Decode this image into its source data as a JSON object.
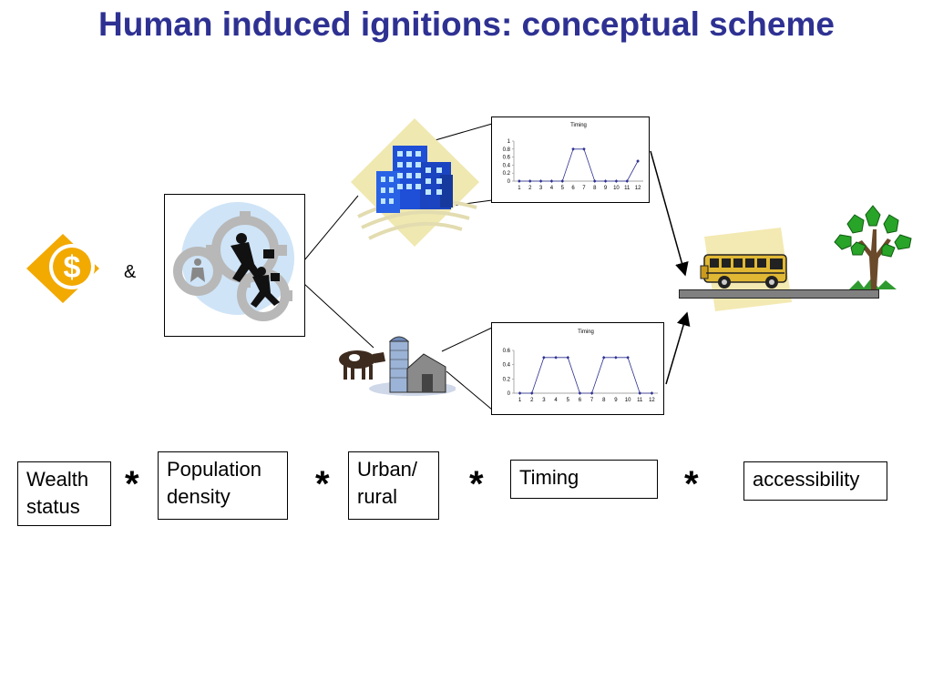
{
  "title": "Human induced ignitions: conceptual scheme",
  "ampersand": "&",
  "formula": {
    "terms": [
      "Wealth\nstatus",
      "Population\ndensity",
      "Urban/\nrural",
      "Timing",
      "accessibility"
    ],
    "operator": "*"
  },
  "icons": {
    "money": "dollar-coin-icon",
    "people": "business-people-gears-icon",
    "urban": "city-buildings-icon",
    "rural": "farm-cow-silo-icon",
    "transport": "school-bus-icon",
    "vegetation": "tree-icon"
  },
  "colors": {
    "title": "#2e3192",
    "series": "#2e3192",
    "money": "#f2a900"
  },
  "chart_data": [
    {
      "type": "line",
      "title": "Timing",
      "x": [
        1,
        2,
        3,
        4,
        5,
        6,
        7,
        8,
        9,
        10,
        11,
        12
      ],
      "series": [
        {
          "values": [
            0,
            0,
            0,
            0,
            0,
            0.8,
            0.8,
            0,
            0,
            0,
            0,
            0.5
          ]
        }
      ],
      "yticks": [
        0,
        0.2,
        0.4,
        0.6,
        0.8,
        1
      ],
      "ylim": [
        0,
        1
      ]
    },
    {
      "type": "line",
      "title": "Timing",
      "x": [
        1,
        2,
        3,
        4,
        5,
        6,
        7,
        8,
        9,
        10,
        11,
        12
      ],
      "series": [
        {
          "values": [
            0,
            0,
            0.5,
            0.5,
            0.5,
            0,
            0,
            0.5,
            0.5,
            0.5,
            0,
            0
          ]
        }
      ],
      "yticks": [
        0,
        0.2,
        0.4,
        0.6
      ],
      "ylim": [
        0,
        0.6
      ]
    }
  ]
}
